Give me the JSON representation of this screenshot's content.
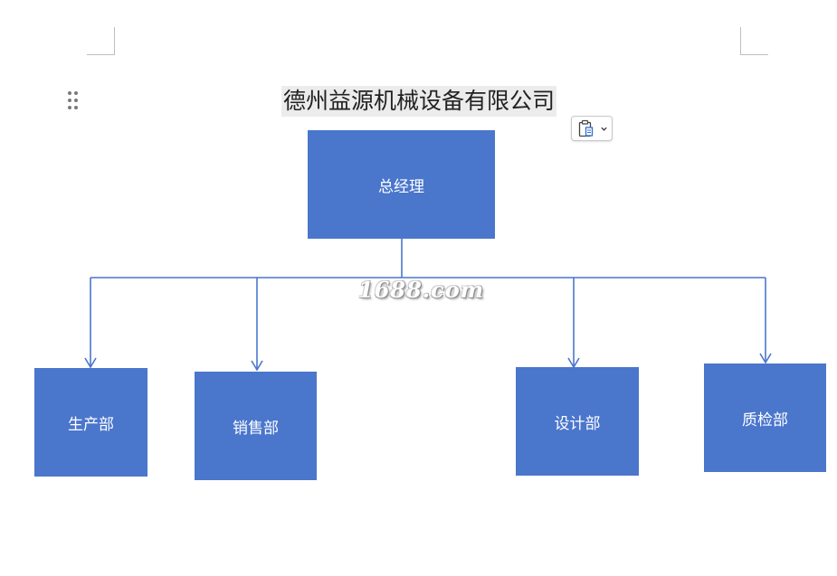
{
  "document": {
    "title": "德州益源机械设备有限公司"
  },
  "org_chart": {
    "root": {
      "label": "总经理"
    },
    "departments": [
      {
        "label": "生产部"
      },
      {
        "label": "销售部"
      },
      {
        "label": "设计部"
      },
      {
        "label": "质检部"
      }
    ]
  },
  "watermark": {
    "text": "1688.com"
  },
  "colors": {
    "box_fill": "#4a76cc",
    "connector": "#4a76cc",
    "box_text": "#ffffff"
  },
  "icons": {
    "paste_options": "clipboard-icon",
    "drag": "drag-handle-icon"
  }
}
